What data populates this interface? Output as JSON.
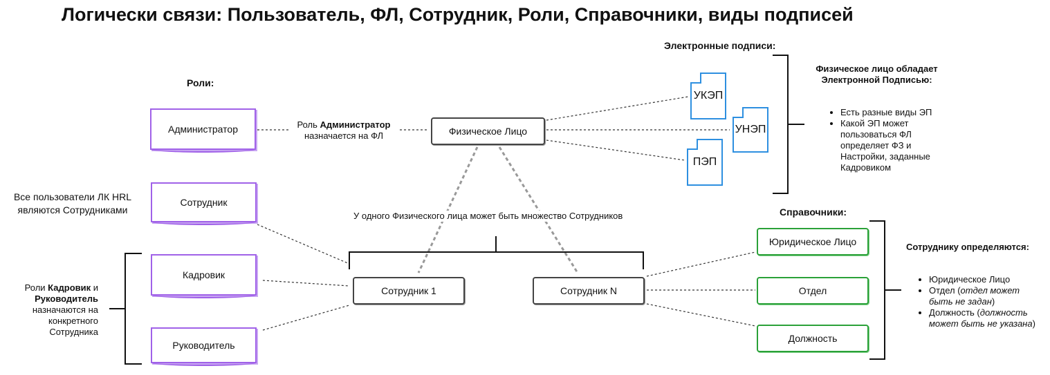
{
  "title": "Логически связи: Пользователь, ФЛ, Сотрудник, Роли, Справочники, виды подписей",
  "roles": {
    "heading": "Роли:",
    "admin": "Администратор",
    "employee": "Сотрудник",
    "hr": "Кадровик",
    "manager": "Руководитель"
  },
  "notes": {
    "all_users_line1": "Все пользователи ЛК HRL",
    "all_users_line2": "являются Сотрудниками",
    "roles_hr_pre": "Роли ",
    "roles_hr_b1": "Кадровик",
    "roles_hr_mid": " и",
    "roles_hr_b2": "Руководитель",
    "roles_hr_rest1": "назначаются на",
    "roles_hr_rest2": "конкретного",
    "roles_hr_rest3": "Сотрудника",
    "admin_role_pre": "Роль ",
    "admin_role_b": "Администратор",
    "admin_role_rest": "назначается на ФЛ",
    "many_employees": "У одного Физического лица может быть множество Сотрудников"
  },
  "person": {
    "individual": "Физическое Лицо",
    "employee1": "Сотрудник 1",
    "employeeN": "Сотрудник N"
  },
  "signatures": {
    "heading": "Электронные подписи:",
    "ukep": "УКЭП",
    "unep": "УНЭП",
    "pep": "ПЭП",
    "info_heading_line1": "Физическое лицо обладает",
    "info_heading_line2": "Электронной Подписью:",
    "bullet1": "Есть разные виды ЭП",
    "bullet2_l1": "Какой ЭП может",
    "bullet2_l2": "пользоваться ФЛ",
    "bullet2_l3": "определяет ФЗ и",
    "bullet2_l4": "Настройки, заданные",
    "bullet2_l5": "Кадровиком"
  },
  "directories": {
    "heading": "Справочники:",
    "legal_entity": "Юридическое Лицо",
    "department": "Отдел",
    "position": "Должность",
    "info_heading": "Сотруднику определяются:",
    "bullet1": "Юридическое Лицо",
    "bullet2_pre": "Отдел (",
    "bullet2_it1": "отдел может",
    "bullet2_it2": "быть не задан",
    "bullet2_post": ")",
    "bullet3_pre": "Должность (",
    "bullet3_it1": "должность",
    "bullet3_it2": "может быть не указана",
    "bullet3_post": ")"
  },
  "colors": {
    "role_border": "#a061e8",
    "ref_border": "#2aa138",
    "doc_border": "#2d8fe0",
    "person_border": "#444444"
  }
}
